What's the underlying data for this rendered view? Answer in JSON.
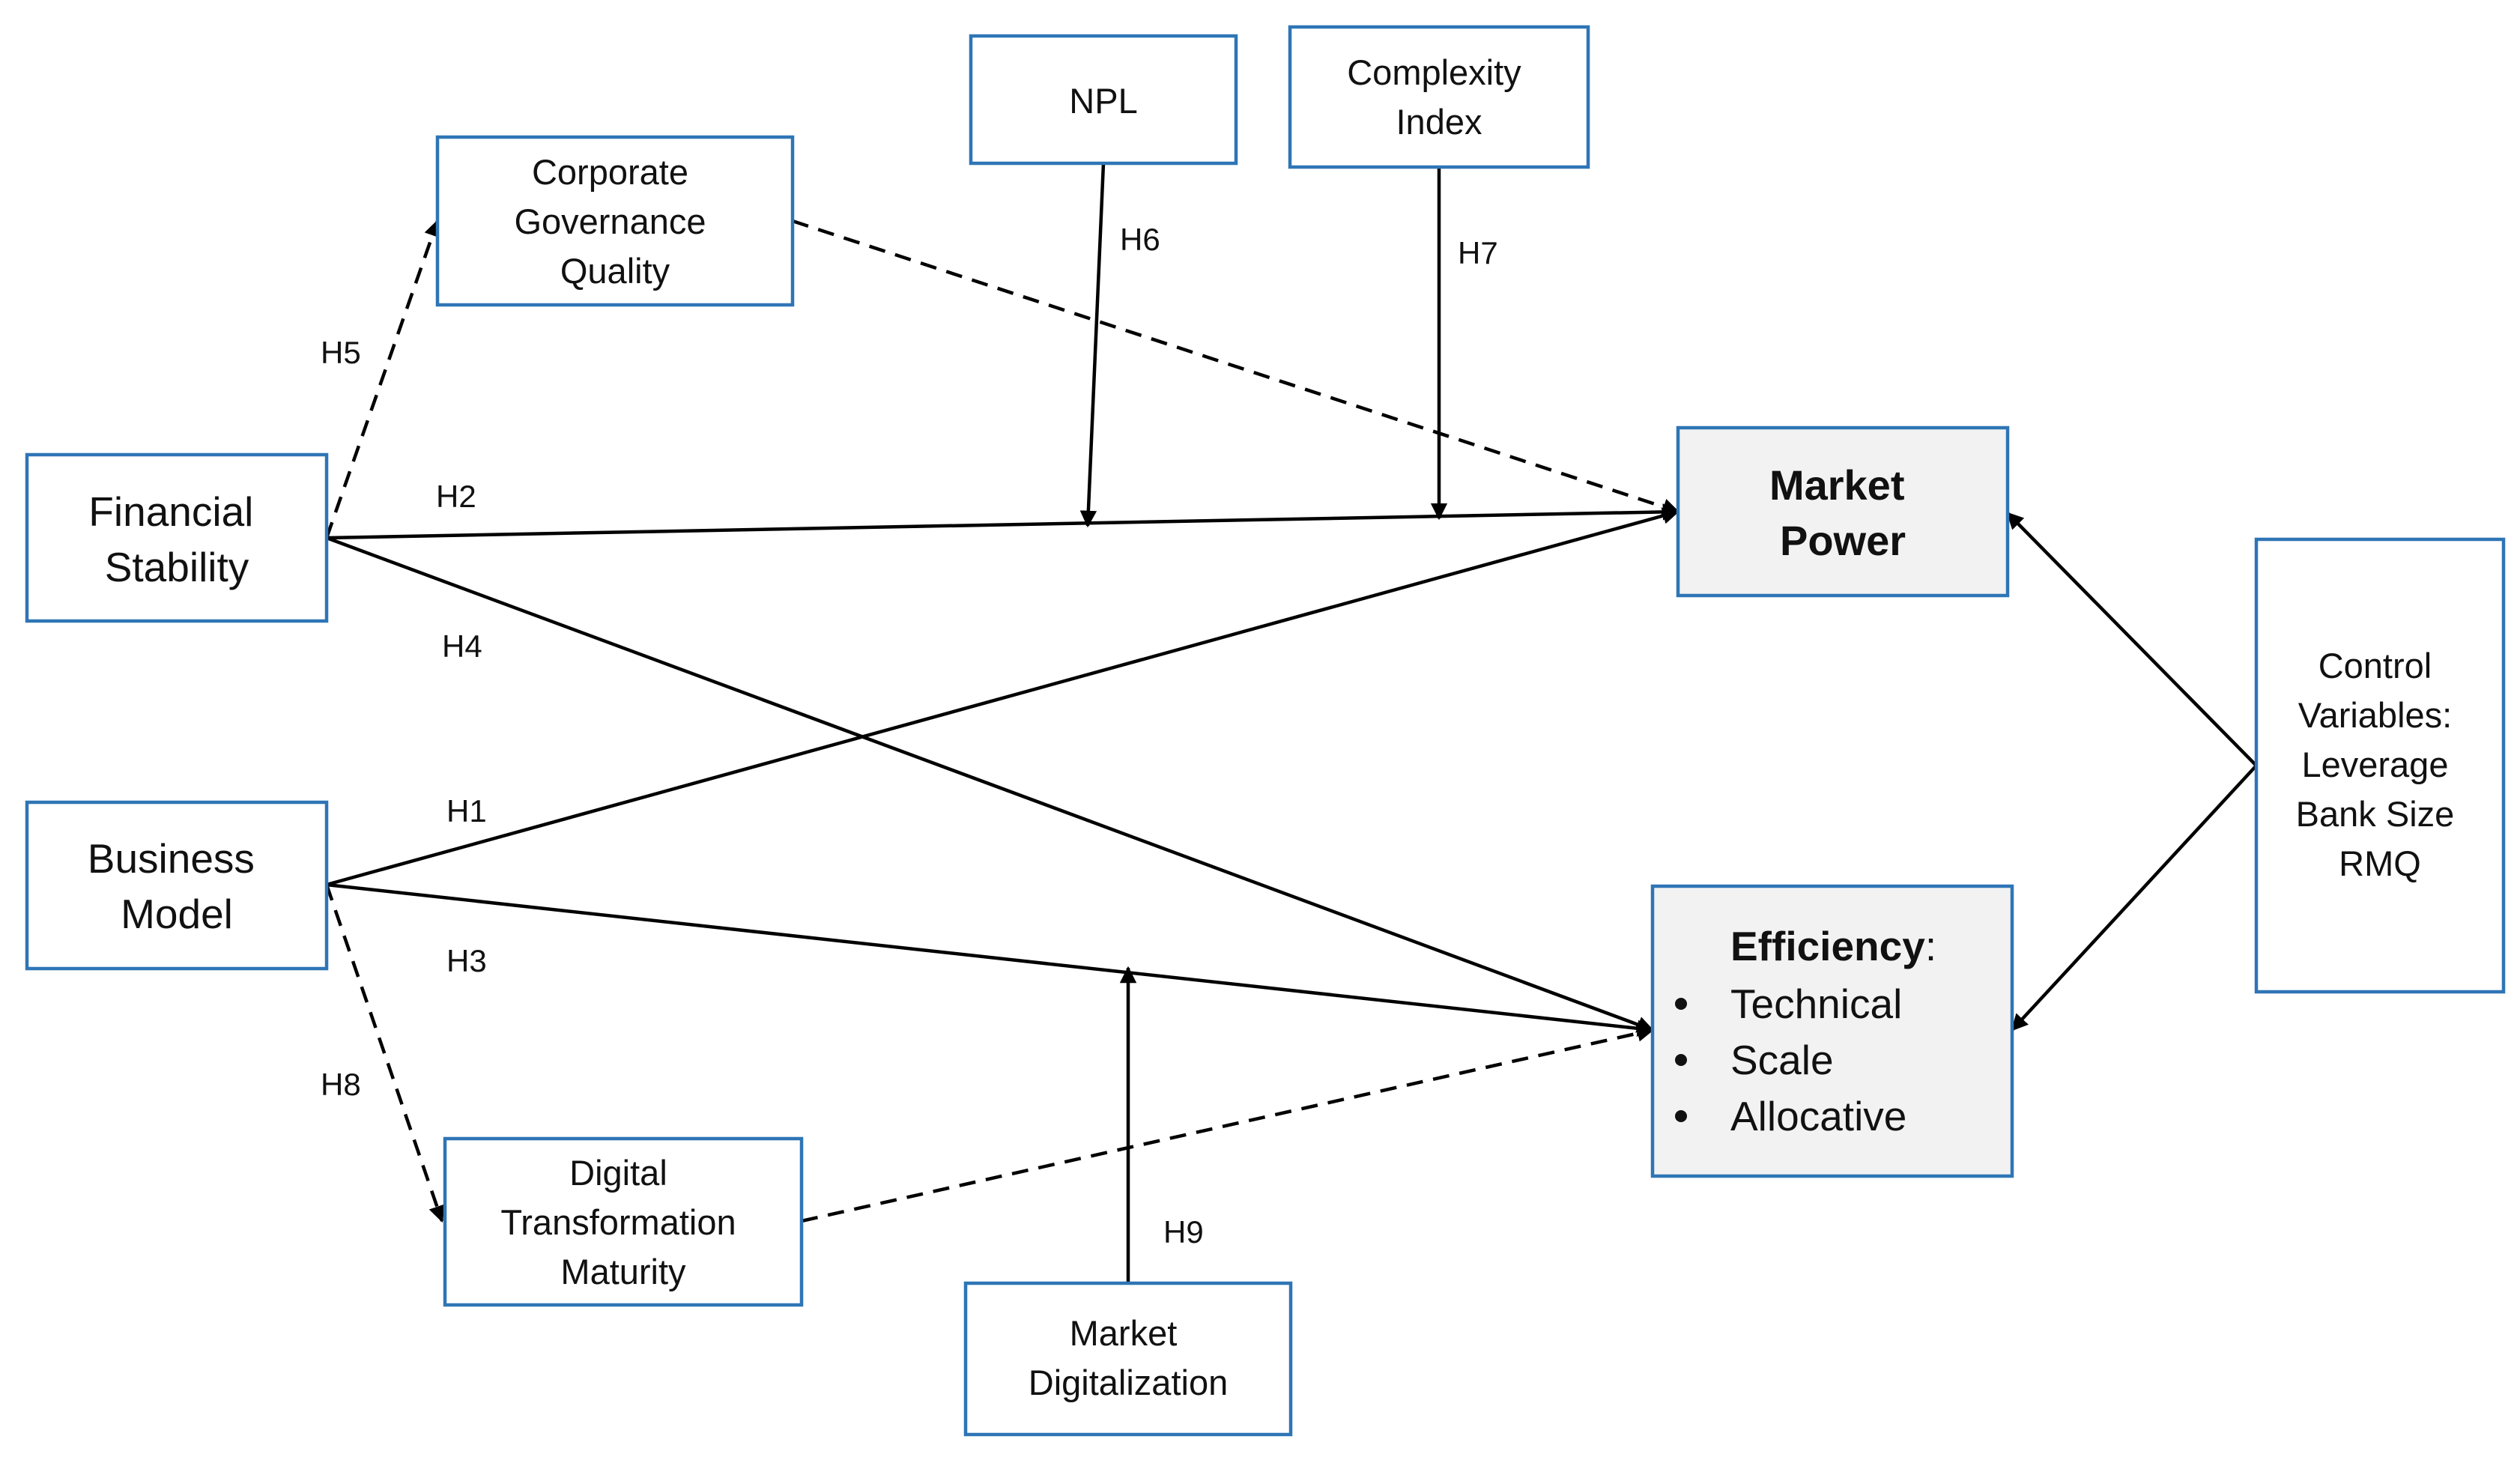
{
  "nodes": {
    "npl": {
      "lines": [
        "NPL"
      ]
    },
    "complexity": {
      "lines": [
        "Complexity",
        "Index"
      ]
    },
    "governance": {
      "lines": [
        "Corporate",
        "Governance",
        "Quality"
      ]
    },
    "stability": {
      "lines": [
        "Financial",
        "Stability"
      ]
    },
    "business": {
      "lines": [
        "Business",
        "Model"
      ]
    },
    "digital_maturity": {
      "lines": [
        "Digital",
        "Transformation",
        "Maturity"
      ]
    },
    "market_digitalization": {
      "lines": [
        "Market",
        "Digitalization"
      ]
    },
    "market_power": {
      "lines": [
        "Market",
        "Power"
      ]
    },
    "efficiency": {
      "title": "Efficiency",
      "title_suffix": ":",
      "items": [
        "Technical",
        "Scale",
        "Allocative"
      ]
    },
    "controls": {
      "lines": [
        "Control",
        "Variables:",
        "Leverage",
        "Bank Size",
        "RMQ"
      ]
    }
  },
  "hypotheses": {
    "h1": "H1",
    "h2": "H2",
    "h3": "H3",
    "h4": "H4",
    "h5": "H5",
    "h6": "H6",
    "h7": "H7",
    "h8": "H8",
    "h9": "H9"
  },
  "colors": {
    "box_border": "#2E75B6",
    "outcome_fill": "#F2F2F2",
    "arrow": "#000000"
  }
}
